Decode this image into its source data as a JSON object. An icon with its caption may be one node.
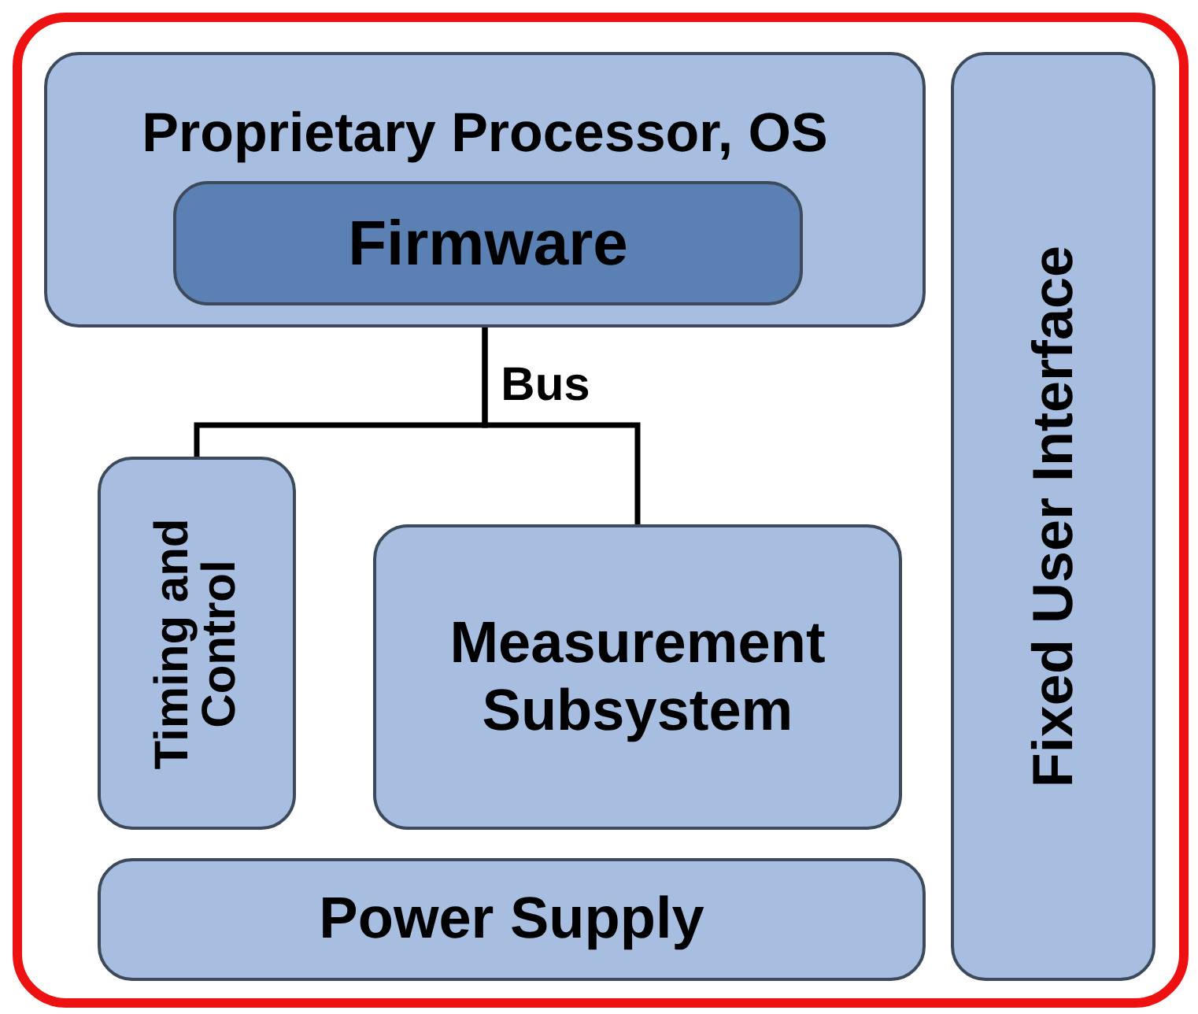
{
  "diagram": {
    "nodes": [
      {
        "text": [
          "Proprietary Processor, OS"
        ]
      },
      {
        "text": [
          "Firmware"
        ],
        "in": 0
      },
      {
        "text": [
          "Fixed User Interface"
        ]
      },
      {
        "text": [
          "Timing and Control"
        ]
      },
      {
        "text": [
          "Measurement Subsystem"
        ]
      },
      {
        "text": [
          "Power Supply"
        ]
      }
    ],
    "edges": [
      {
        "from": 1,
        "to": 3,
        "arrow": "none"
      },
      {
        "from": 1,
        "to": 4,
        "arrow": "none",
        "label": "Bus"
      }
    ]
  }
}
